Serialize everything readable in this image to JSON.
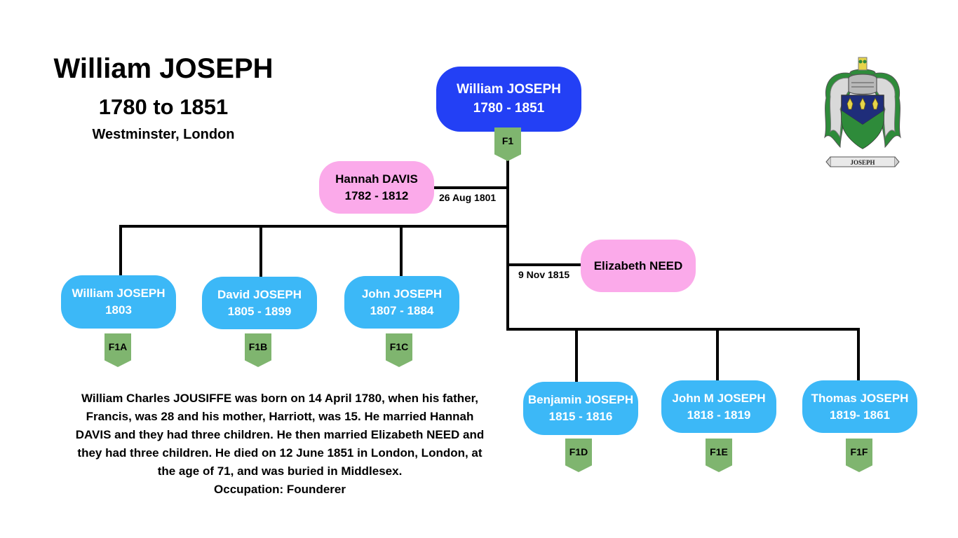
{
  "header": {
    "name": "William JOSEPH",
    "dates": "1780 to 1851",
    "place": "Westminster, London"
  },
  "root": {
    "name": "William JOSEPH",
    "dates": "1780 - 1851",
    "tag": "F1"
  },
  "spouses": [
    {
      "name": "Hannah DAVIS",
      "dates": "1782 - 1812",
      "marriage": "26 Aug 1801"
    },
    {
      "name": "Elizabeth NEED",
      "dates": "",
      "marriage": "9 Nov 1815"
    }
  ],
  "children": [
    {
      "name": "William JOSEPH",
      "dates": "1803",
      "tag": "F1A"
    },
    {
      "name": "David JOSEPH",
      "dates": "1805 - 1899",
      "tag": "F1B"
    },
    {
      "name": "John JOSEPH",
      "dates": "1807 - 1884",
      "tag": "F1C"
    },
    {
      "name": "Benjamin JOSEPH",
      "dates": "1815 - 1816",
      "tag": "F1D"
    },
    {
      "name": "John M JOSEPH",
      "dates": "1818 - 1819",
      "tag": "F1E"
    },
    {
      "name": "Thomas JOSEPH",
      "dates": "1819- 1861",
      "tag": "F1F"
    }
  ],
  "bio": "William Charles JOUSIFFE was born on 14 April 1780, when his father, Francis, was 28 and his mother, Harriott, was 15. He married Hannah DAVIS and they had three children. He then married Elizabeth NEED and they had three children. He died on 12 June 1851 in London, London, at the age of 71, and was buried in Middlesex.",
  "occupation": "Occupation: Founderer",
  "crest": {
    "motto": "JOSEPH"
  },
  "colors": {
    "root": "#2340f5",
    "spouse": "#fbaaea",
    "child": "#3cb8f7",
    "tag": "#7fb56f",
    "crest_green": "#2e8b3a",
    "crest_blue": "#1f2d7a"
  }
}
